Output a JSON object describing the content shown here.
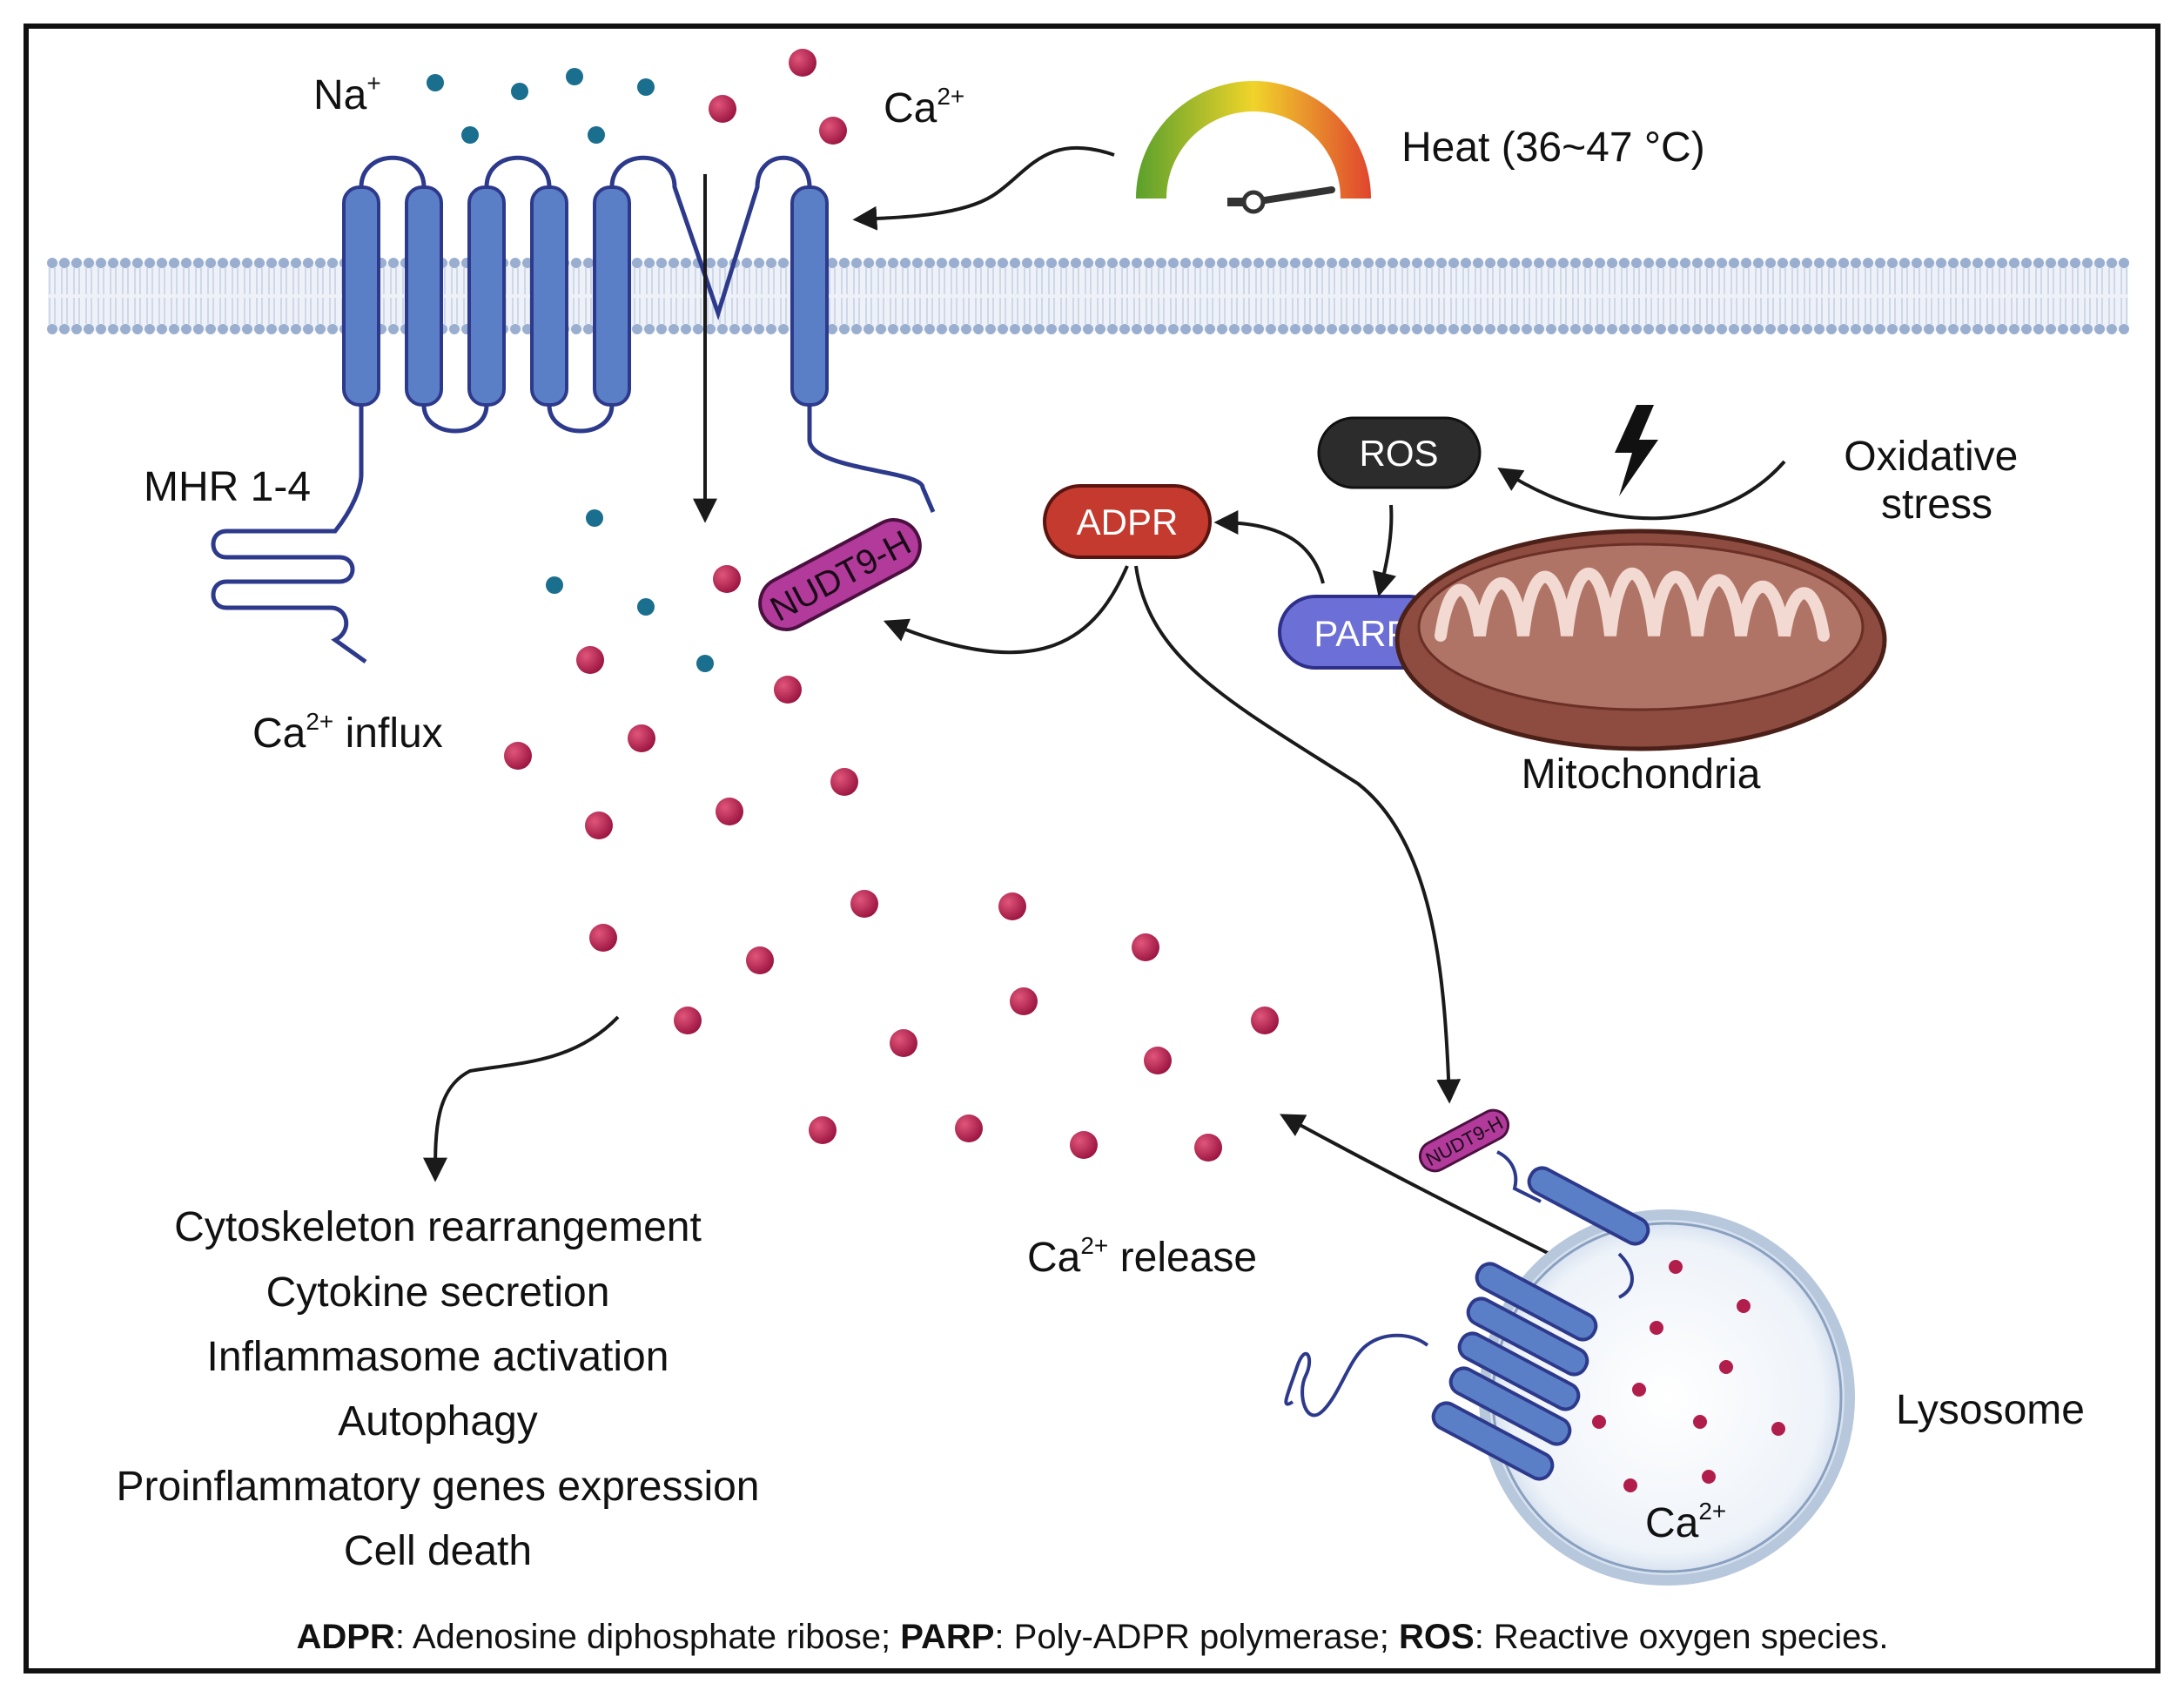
{
  "labels": {
    "na": "Na",
    "na_sup": "+",
    "ca_top": "Ca",
    "ca_top_sup": "2+",
    "heat": "Heat (36~47 °C)",
    "mhr": "MHR 1-4",
    "ca_influx": "Ca",
    "ca_influx_sup": "2+",
    "ca_influx_text": " influx",
    "ros": "ROS",
    "adpr": "ADPR",
    "parp": "PARP",
    "oxidative_line1": "Oxidative",
    "oxidative_line2": "stress",
    "mitochondria": "Mitochondria",
    "nudt9h": "NUDT9-H",
    "nudt9h_small": "NUDT9-H",
    "ca_release": "Ca",
    "ca_release_sup": "2+",
    "ca_release_text": " release",
    "lysosome": "Lysosome",
    "ca_lyso": "Ca",
    "ca_lyso_sup": "2+"
  },
  "outcomes": [
    "Cytoskeleton rearrangement",
    "Cytokine secretion",
    "Inflammasome activation",
    "Autophagy",
    "Proinflammatory genes expression",
    "Cell death"
  ],
  "footnote": {
    "t1_bold": "ADPR",
    "t1": ": Adenosine diphosphate ribose; ",
    "t2_bold": "PARP",
    "t2": ": Poly-ADPR polymerase; ",
    "t3_bold": "ROS",
    "t3": ": Reactive oxygen species."
  },
  "colors": {
    "channel_blue": "#5b7fc7",
    "channel_outline": "#2d3a8c",
    "calcium": "#b11e4b",
    "sodium": "#1a6e8e",
    "adpr": "#c43a2e",
    "parp": "#6c6fd6",
    "ros": "#2c2c2c",
    "nudt9h": "#b13a9a",
    "mito": "#8e4b40"
  }
}
